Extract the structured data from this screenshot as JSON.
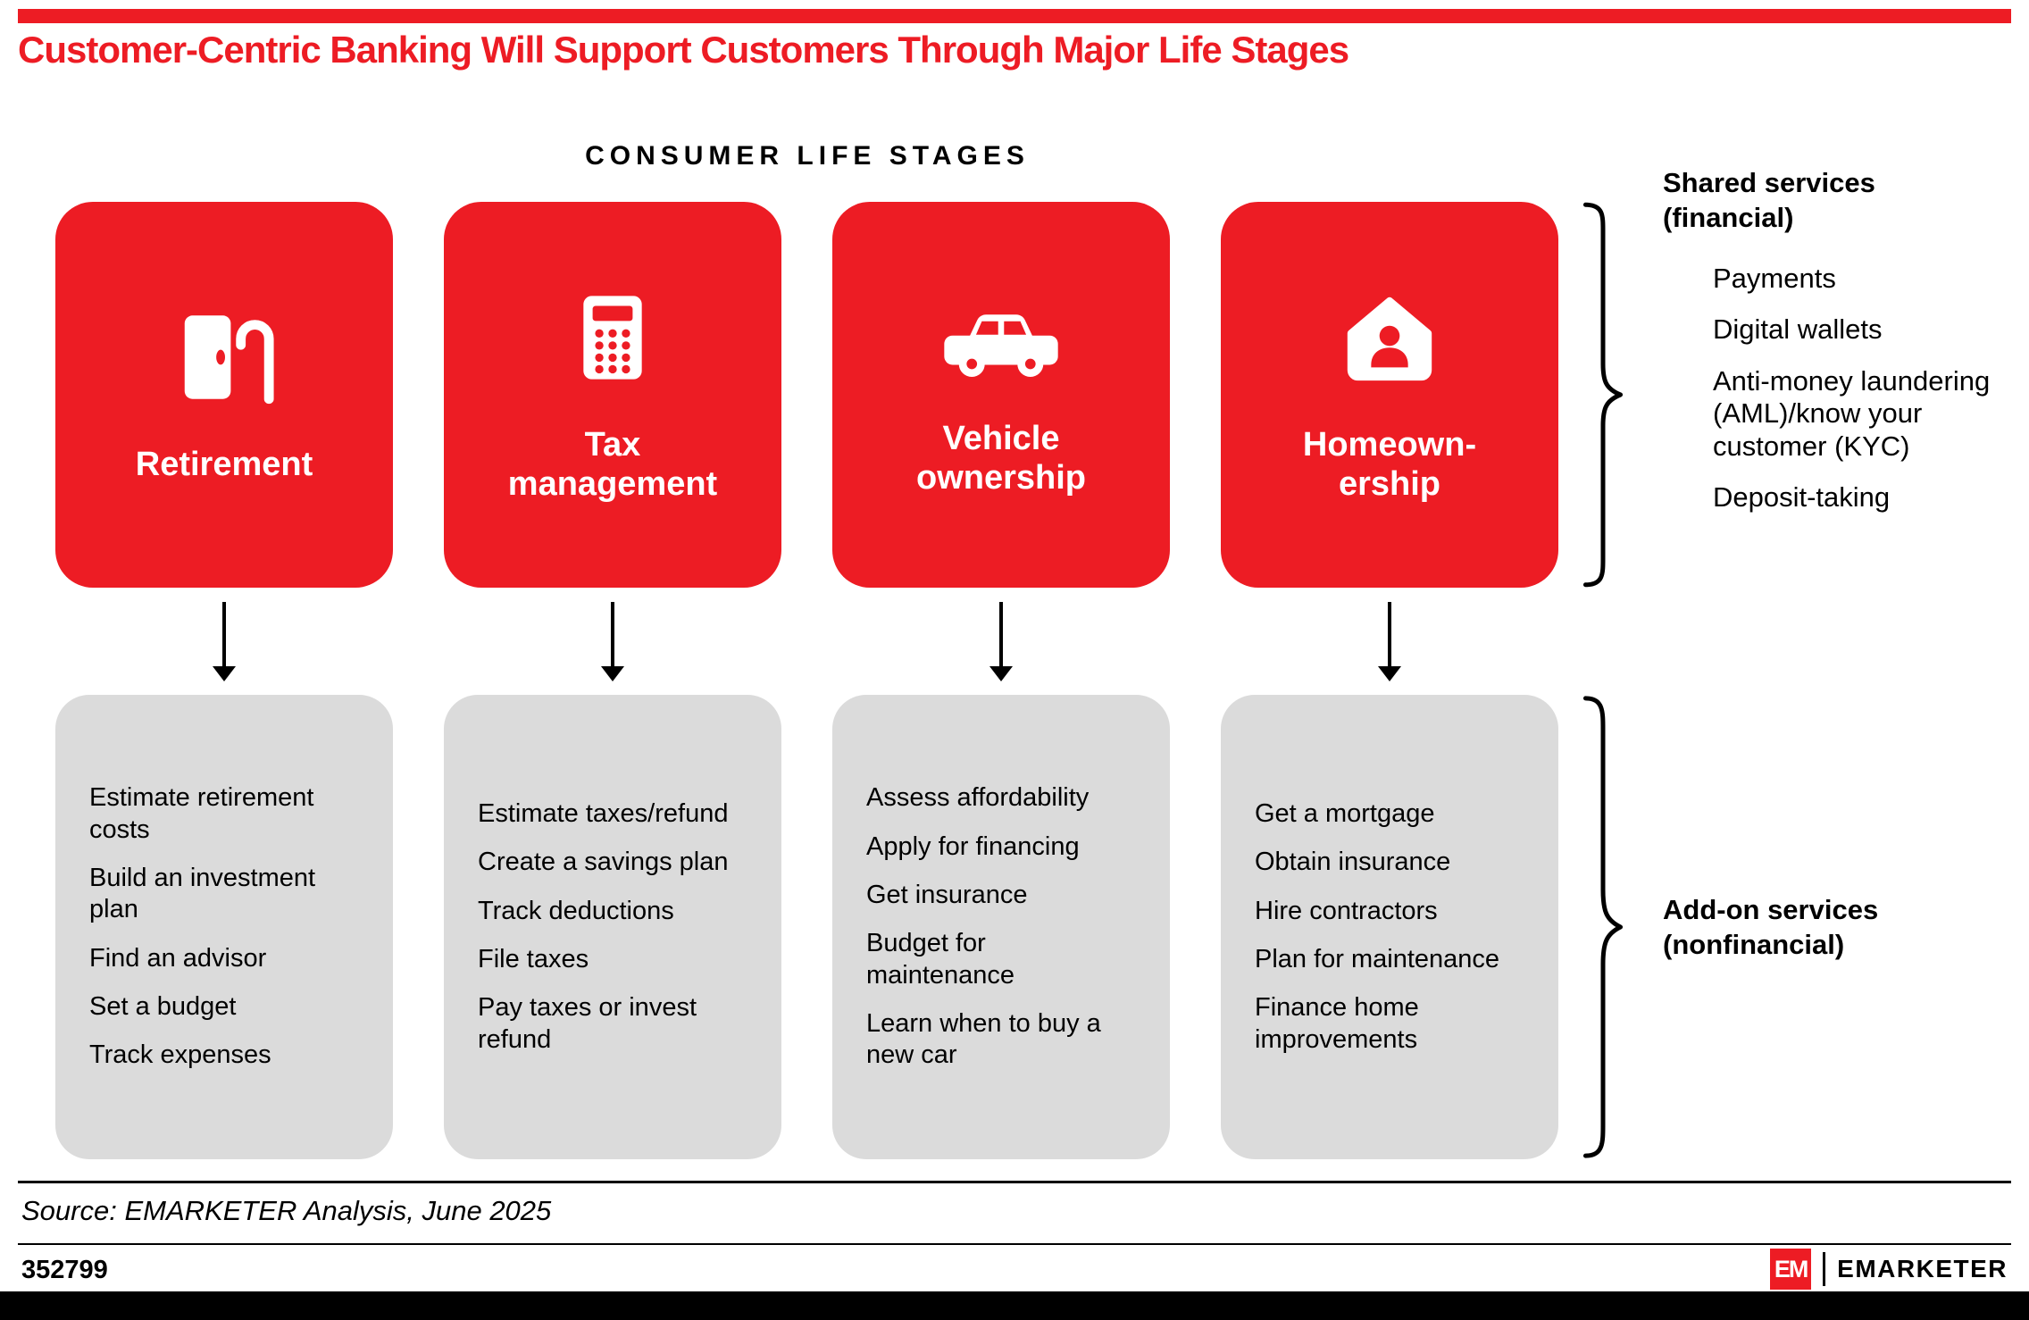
{
  "title": "Customer-Centric Banking Will Support Customers Through Major Life Stages",
  "subtitle": "CONSUMER LIFE STAGES",
  "colors": {
    "red": "#ED1C24",
    "gray": "#DBDBDB",
    "black": "#000000"
  },
  "stages": [
    {
      "label": "Retirement",
      "icon": "retirement-door-cane-icon",
      "tasks": [
        "Estimate retirement costs",
        "Build an investment plan",
        "Find an advisor",
        "Set a budget",
        "Track expenses"
      ]
    },
    {
      "label": "Tax\nmanagement",
      "icon": "calculator-icon",
      "tasks": [
        "Estimate taxes/refund",
        "Create a savings plan",
        "Track deductions",
        "File taxes",
        "Pay taxes or invest refund"
      ]
    },
    {
      "label": "Vehicle\nownership",
      "icon": "car-icon",
      "tasks": [
        "Assess affordability",
        "Apply for financing",
        "Get insurance",
        "Budget for maintenance",
        "Learn when to buy a new car"
      ]
    },
    {
      "label": "Homeown-\nership",
      "icon": "house-person-icon",
      "tasks": [
        "Get a mortgage",
        "Obtain insurance",
        "Hire contractors",
        "Plan for maintenance",
        "Finance home improvements"
      ]
    }
  ],
  "shared_services": {
    "title": "Shared services\n(financial)",
    "items": [
      "Payments",
      "Digital wallets",
      "Anti-money laundering (AML)/know your customer (KYC)",
      "Deposit-taking"
    ]
  },
  "addon_services": {
    "title": "Add-on services\n(nonfinancial)"
  },
  "source": "Source: EMARKETER Analysis, June 2025",
  "footer": {
    "chart_id": "352799",
    "logo_mark": "EM",
    "logo_text": "EMARKETER"
  }
}
